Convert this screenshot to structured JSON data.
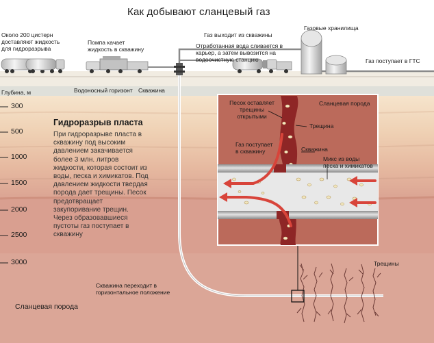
{
  "title": "Как добывают сланцевый газ",
  "labels": {
    "cisterns": "Около 200 цистерн доставляют жидкость для гидроразрыва",
    "pump": "Помпа качает жидкость в скважину",
    "gas_out": "Газ выходит из скважины",
    "waste_water": "Отработанная вода сливается в карьер, а затем вывозится на водоочистную станцию",
    "storage": "Газовые хранилища",
    "gts": "Газ поступает в ГТС",
    "depth_label": "Глубина, м",
    "aquifer": "Водоносный горизонт",
    "well": "Скважина",
    "horizontal": "Скважина переходит в горизонтальное положение",
    "shale_bottom": "Сланцевая порода",
    "cracks_bottom": "Трещины"
  },
  "depths": [
    "300",
    "500",
    "1000",
    "1500",
    "2000",
    "2500",
    "3000"
  ],
  "frac": {
    "heading": "Гидроразрыв пласта",
    "text": "При гидроразрыве пласта в скважину под высоким давлением закачивается более 3 млн. литров жидкости, которая состоит из воды, песка и химикатов. Под давлением жидкости твердая порода дает трещины. Песок предотвращает закупоривание трещин. Через образовавшиеся пустоты газ поступает в скважину"
  },
  "inset": {
    "shale": "Сланцевая порода",
    "sand": "Песок оставляет трещины открытыми",
    "crack": "Трещина",
    "gas_in": "Газ поступает в скважину",
    "well": "Скважина",
    "mix": "Микс из воды песка и химикатов"
  },
  "colors": {
    "surface": "#f1ece2",
    "layer_light": "#f3dcc0",
    "layer_mid": "#ebc9a8",
    "layer_deep": "#dfad95",
    "shale": "#d89c8c",
    "inset_bg": "#b9685a",
    "crack": "#8e2626",
    "pipe": "#a9a9a9",
    "arrow": "#d8443a"
  }
}
